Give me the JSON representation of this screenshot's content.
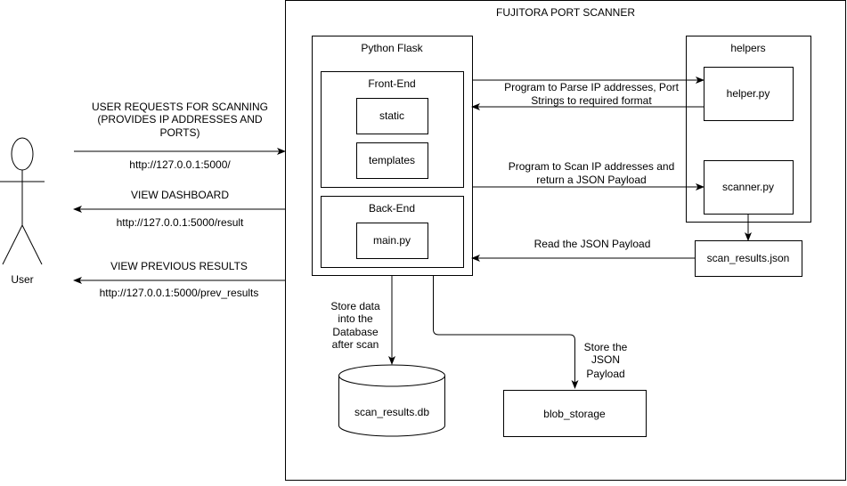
{
  "main_system": {
    "title": "FUJITORA PORT SCANNER"
  },
  "actor": {
    "label": "User"
  },
  "flask": {
    "title": "Python Flask",
    "frontend": {
      "title": "Front-End",
      "static_label": "static",
      "templates_label": "templates"
    },
    "backend": {
      "title": "Back-End",
      "main_label": "main.py"
    }
  },
  "helpers": {
    "title": "helpers",
    "helper_label": "helper.py",
    "scanner_label": "scanner.py"
  },
  "scan_results_json": {
    "label": "scan_results.json"
  },
  "database": {
    "label": "scan_results.db"
  },
  "blob_storage": {
    "label": "blob_storage"
  },
  "user_flows": {
    "scan_request": {
      "lines": [
        "USER REQUESTS FOR SCANNING",
        "(PROVIDES IP ADDRESSES AND",
        "PORTS)"
      ],
      "url": "http://127.0.0.1:5000/"
    },
    "dashboard": {
      "title": "VIEW DASHBOARD",
      "url": "http://127.0.0.1:5000/result"
    },
    "previous": {
      "title": "VIEW PREVIOUS RESULTS",
      "url": "http://127.0.0.1:5000/prev_results"
    }
  },
  "internal_flows": {
    "parse": [
      "Program to Parse IP addresses, Port",
      "Strings to required format"
    ],
    "scan": [
      "Program to Scan IP addresses and",
      "return a JSON Payload"
    ],
    "read_json": "Read the JSON Payload",
    "store_db": [
      "Store data",
      "into the",
      "Database",
      "after scan"
    ],
    "store_blob": [
      "Store the",
      "JSON",
      "Payload"
    ]
  }
}
